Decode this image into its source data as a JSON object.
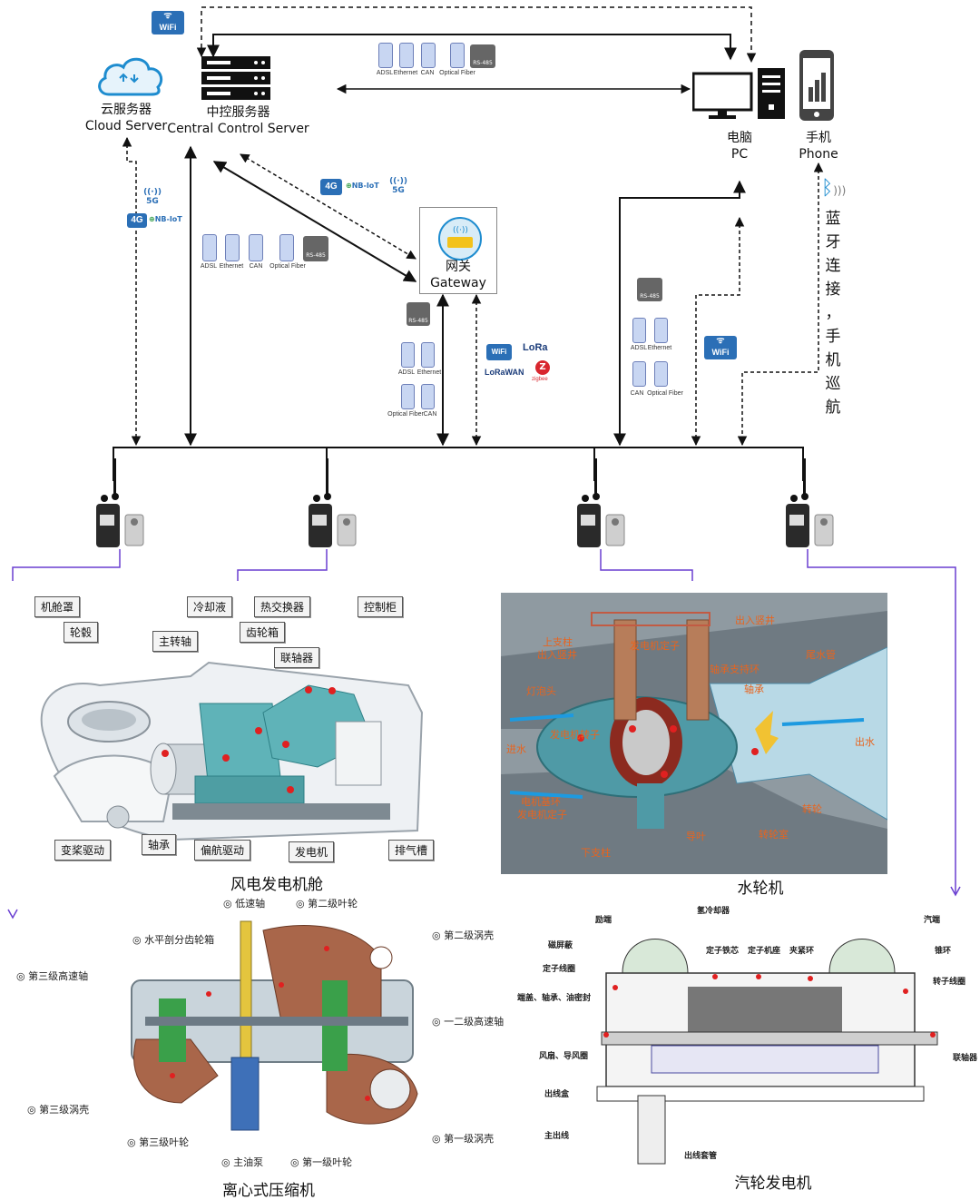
{
  "top": {
    "cloud_cn": "云服务器",
    "cloud_en": "Cloud Server",
    "central_cn": "中控服务器",
    "central_en": "Central Control Server",
    "pc_cn": "电脑",
    "pc_en": "PC",
    "phone_cn": "手机",
    "phone_en": "Phone",
    "gateway_cn": "网关",
    "gateway_en": "Gateway",
    "bluetooth_text": [
      "蓝",
      "牙",
      "连",
      "接",
      "，",
      "手",
      "机",
      "巡",
      "航"
    ]
  },
  "badges": {
    "wifi": "WiFi",
    "fourg": "4G",
    "nbiot": "NB-IoT",
    "fiveg": "5G",
    "lora": "LoRa",
    "lorawan": "LoRaWAN",
    "zigbee": "zigbee",
    "rs485": "RS-485"
  },
  "link_labels": {
    "adsl": "ADSL",
    "ethernet": "Ethernet",
    "can": "CAN",
    "optical": "Optical Fiber"
  },
  "wind": {
    "title": "风电发电机舱",
    "labels": [
      "机舱罩",
      "轮毂",
      "冷却液",
      "主转轴",
      "齿轮箱",
      "热交换器",
      "联轴器",
      "控制柜",
      "变桨驱动",
      "轴承",
      "偏航驱动",
      "发电机",
      "排气槽"
    ]
  },
  "hydro": {
    "title": "水轮机",
    "labels": [
      "出入竖井",
      "上支柱",
      "出入竖井",
      "发电机定子",
      "尾水管",
      "灯泡头",
      "轴承支持环",
      "轴承",
      "发电机转子",
      "进水",
      "出水",
      "电机基环",
      "发电机定子",
      "转轮",
      "导叶",
      "转轮室",
      "下支柱"
    ]
  },
  "compressor": {
    "title": "离心式压缩机",
    "labels": [
      "低速轴",
      "第二级叶轮",
      "水平剖分齿轮箱",
      "第二级涡壳",
      "第三级高速轴",
      "一二级高速轴",
      "第三级涡壳",
      "第三级叶轮",
      "主油泵",
      "第一级叶轮",
      "第一级涡壳"
    ]
  },
  "turbo": {
    "title": "汽轮发电机",
    "labels": [
      "励端",
      "氢冷却器",
      "汽端",
      "磁屏蔽",
      "定子铁芯",
      "定子机座",
      "夹紧环",
      "锥环",
      "定子线圈",
      "转子线圈",
      "端盖、轴承、油密封",
      "风扇、导风圈",
      "联轴器",
      "出线盒",
      "主出线",
      "出线套管"
    ]
  },
  "colors": {
    "blue_badge": "#2b6fb6",
    "purple_line": "#6a3fd1",
    "orange_text": "#e8641e",
    "green": "#2e9a44",
    "teal_machine": "#5fb3b8",
    "red_dot": "#e02020"
  }
}
